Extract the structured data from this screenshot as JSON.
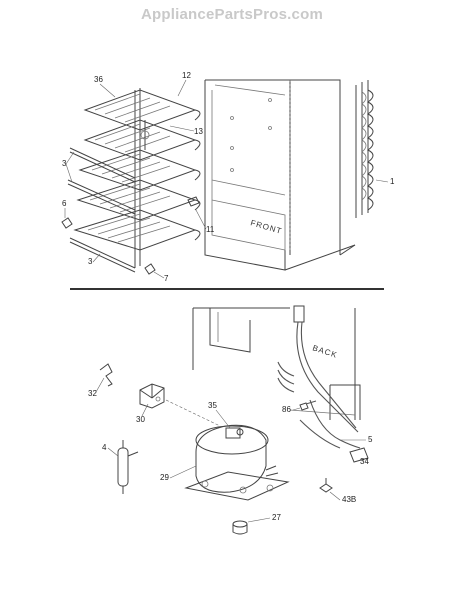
{
  "header": {
    "site": "AppliancePartsPros.com"
  },
  "labels": {
    "front": "FRONT",
    "back": "BACK"
  },
  "callouts": {
    "c36": "36",
    "c12": "12",
    "c13": "13",
    "c3a": "3",
    "c6": "6",
    "c3b": "3",
    "c11": "11",
    "c7": "7",
    "c1": "1",
    "c32": "32",
    "c30": "30",
    "c35": "35",
    "c86": "86",
    "c5": "5",
    "c4": "4",
    "c29": "29",
    "c34": "34",
    "c43b": "43B",
    "c27": "27"
  }
}
